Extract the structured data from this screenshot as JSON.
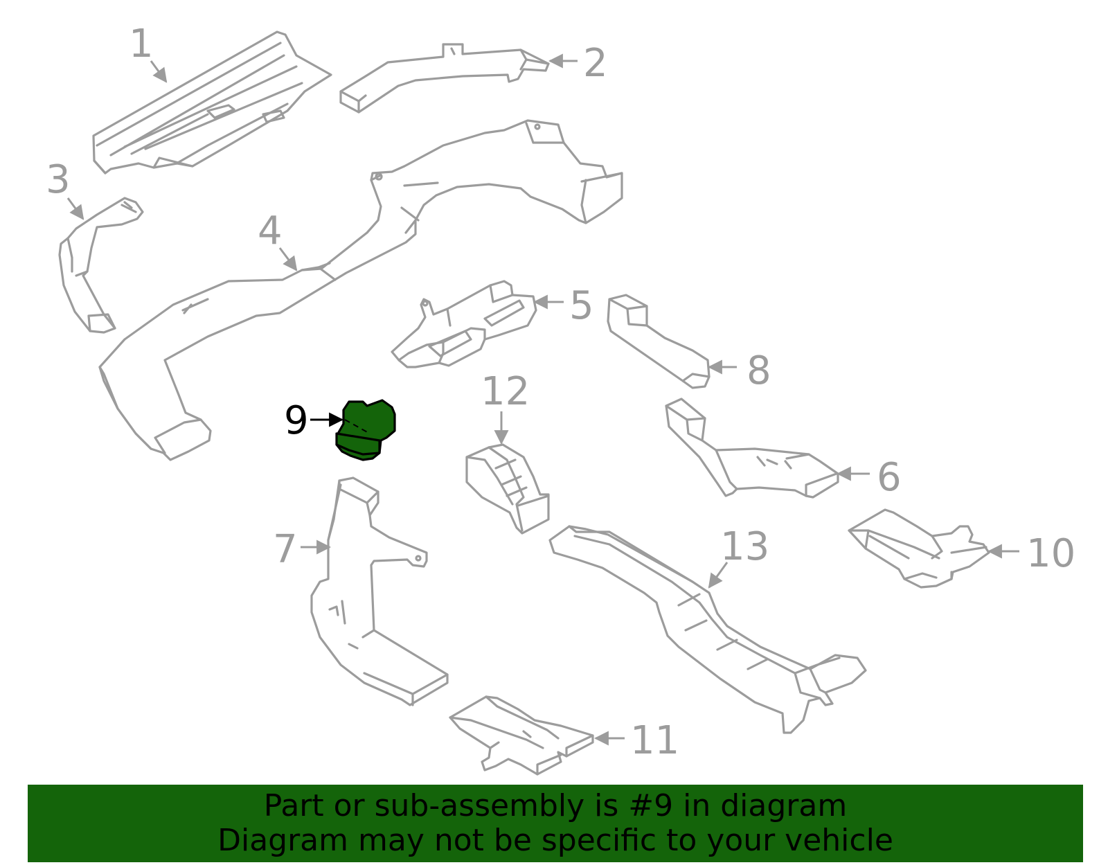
{
  "colors": {
    "outline": "#9c9c9c",
    "highlight_fill": "#14640a",
    "highlight_stroke": "#000000",
    "banner_background": "#14640a",
    "banner_text": "#000000"
  },
  "callouts": {
    "c1": "1",
    "c2": "2",
    "c3": "3",
    "c4": "4",
    "c5": "5",
    "c6": "6",
    "c7": "7",
    "c8": "8",
    "c9": "9",
    "c10": "10",
    "c11": "11",
    "c12": "12",
    "c13": "13"
  },
  "highlighted_part": "9",
  "banner": {
    "line1": "Part or sub-assembly is #9 in diagram",
    "line2": "Diagram may not be specific to your vehicle"
  }
}
